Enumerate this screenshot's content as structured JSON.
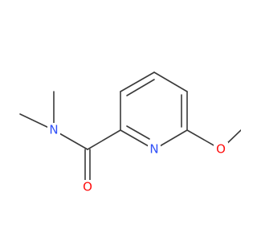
{
  "molecule": {
    "atoms": {
      "n_amide": {
        "symbol": "N",
        "color": "#3050f8"
      },
      "o_carbonyl": {
        "symbol": "O",
        "color": "#ff0d0d"
      },
      "n_ring": {
        "symbol": "N",
        "color": "#3050f8"
      },
      "o_methoxy": {
        "symbol": "O",
        "color": "#ff0d0d"
      }
    },
    "bond_color": "#3a3a3a"
  }
}
